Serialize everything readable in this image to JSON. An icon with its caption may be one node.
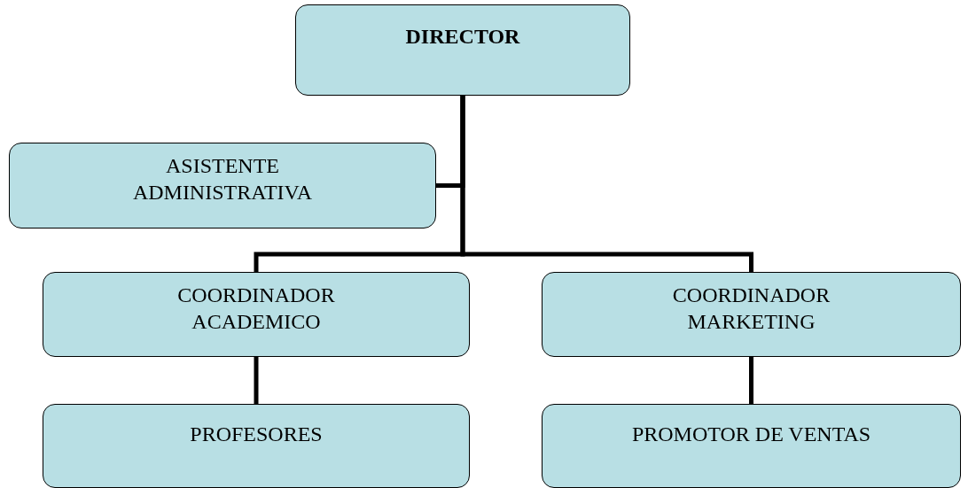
{
  "diagram": {
    "nodes": [
      {
        "text": [
          "DIRECTOR"
        ]
      },
      {
        "text": [
          "ASISTENTE ADMINISTRATIVA"
        ]
      },
      {
        "text": [
          "COORDINADOR ACADEMICO"
        ]
      },
      {
        "text": [
          "COORDINADOR MARKETING"
        ]
      },
      {
        "text": [
          "PROFESORES"
        ]
      },
      {
        "text": [
          "PROMOTOR DE VENTAS"
        ]
      }
    ],
    "edges": [
      {
        "from": 0,
        "to": 1,
        "arrow": "none"
      },
      {
        "from": 0,
        "to": 2,
        "arrow": "none"
      },
      {
        "from": 0,
        "to": 3,
        "arrow": "none"
      },
      {
        "from": 2,
        "to": 4,
        "arrow": "none"
      },
      {
        "from": 3,
        "to": 5,
        "arrow": "none"
      }
    ]
  }
}
